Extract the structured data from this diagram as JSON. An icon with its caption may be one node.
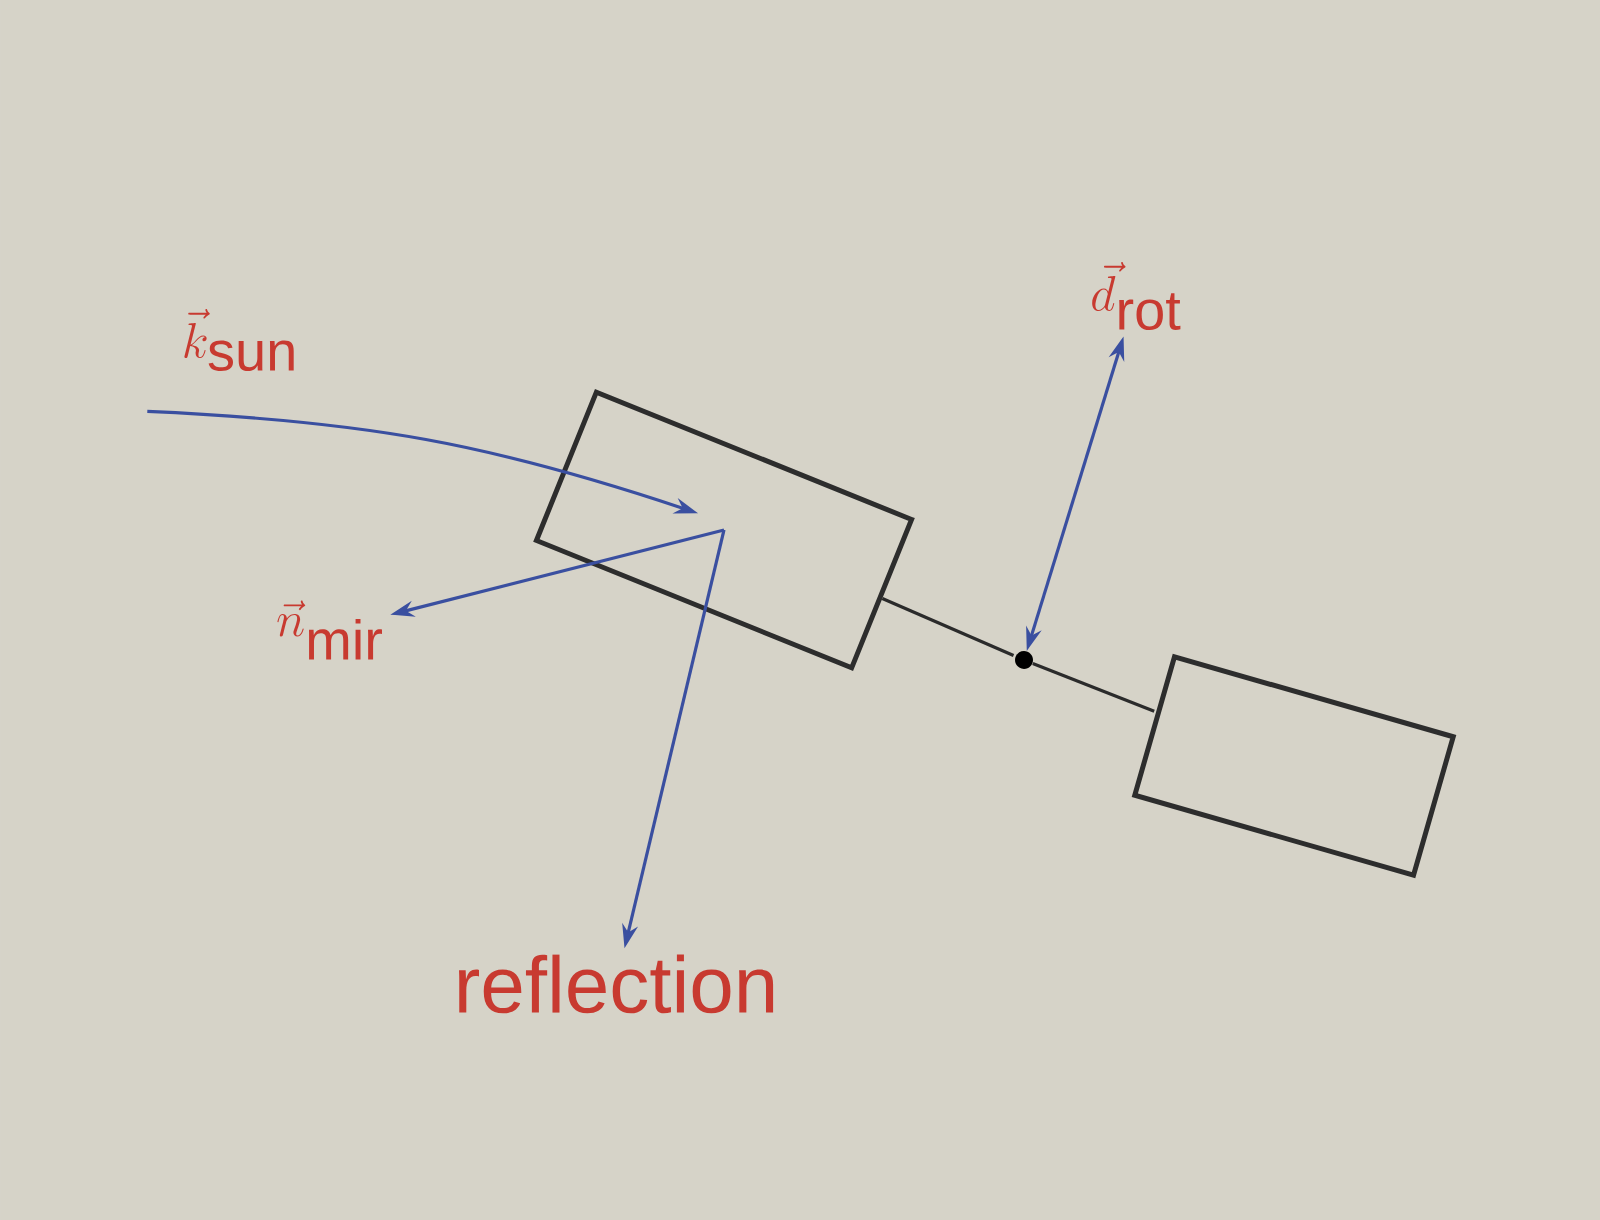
{
  "diagram": {
    "nodes": [
      {
        "text": [
          "\\vec{k}_{\\mathrm{sun}}"
        ]
      },
      {
        "text": [],
        "shape": "box"
      },
      {
        "text": [
          "\\vec{n}_{\\mathrm{mir}}"
        ]
      },
      {
        "text": [
          "reflection"
        ]
      },
      {
        "text": [],
        "shape": "circle"
      },
      {
        "text": [
          "\\vec{d}_{\\mathrm{rot}}"
        ]
      },
      {
        "text": [],
        "shape": "box"
      }
    ],
    "edges": [
      {
        "from": 0,
        "to": 1,
        "arrow": "to"
      },
      {
        "from": 1,
        "to": 2,
        "arrow": "to"
      },
      {
        "from": 1,
        "to": 3,
        "arrow": "to"
      },
      {
        "from": 4,
        "to": 5,
        "arrow": "both"
      },
      {
        "from": 1,
        "to": 4,
        "arrow": "none",
        "color": "#2b2b2b"
      },
      {
        "from": 4,
        "to": 6,
        "arrow": "none",
        "color": "#2b2b2b"
      }
    ]
  }
}
